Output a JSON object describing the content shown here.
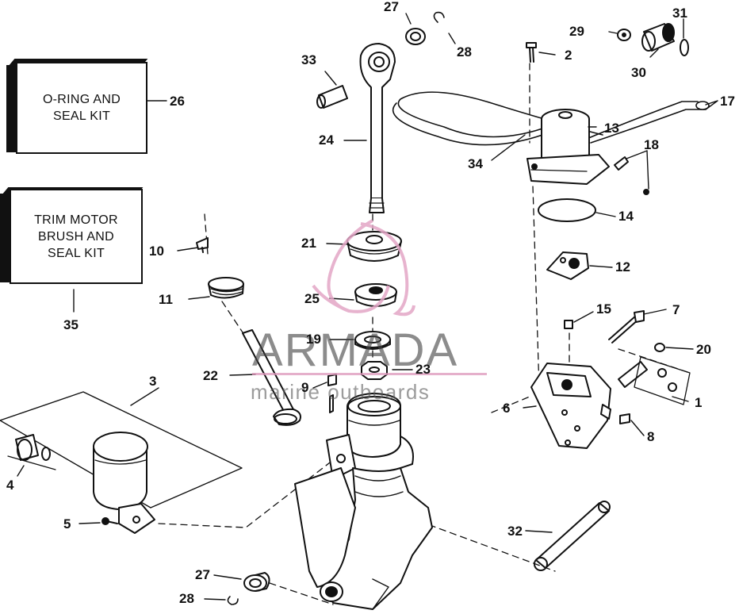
{
  "kits": {
    "oring": {
      "label": "O-RING AND\nSEAL KIT",
      "number": "26"
    },
    "trim": {
      "label": "TRIM MOTOR\nBRUSH AND\nSEAL KIT",
      "number": "35"
    }
  },
  "watermark": {
    "title": "ARMADA",
    "subtitle": "marine outboards",
    "accent_color": "#e3a6c6"
  },
  "callouts": [
    "1",
    "2",
    "3",
    "4",
    "5",
    "6",
    "7",
    "8",
    "9",
    "10",
    "11",
    "12",
    "13",
    "14",
    "15",
    "17",
    "18",
    "19",
    "20",
    "21",
    "22",
    "23",
    "24",
    "25",
    "27",
    "27",
    "28",
    "28",
    "29",
    "30",
    "31",
    "32",
    "33",
    "34"
  ]
}
